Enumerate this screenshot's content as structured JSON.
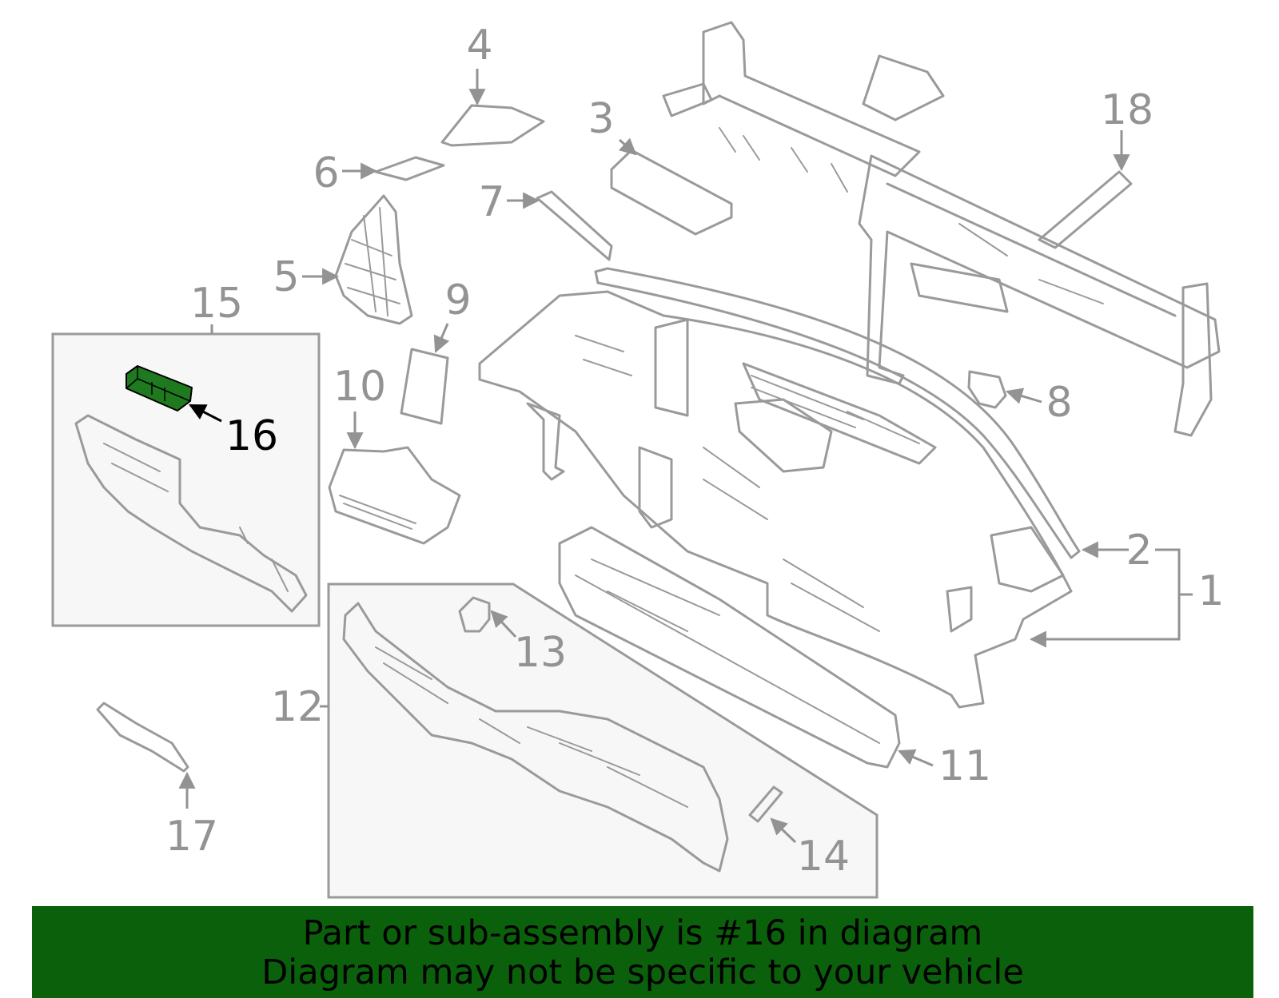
{
  "diagram": {
    "callouts": [
      "1",
      "2",
      "3",
      "4",
      "5",
      "6",
      "7",
      "8",
      "9",
      "10",
      "11",
      "12",
      "13",
      "14",
      "15",
      "16",
      "17",
      "18"
    ],
    "highlighted_part": "16",
    "highlight_color": "#1f7a1f"
  },
  "footer": {
    "line1": "Part or sub-assembly is #16 in diagram",
    "line2": "Diagram may not be specific to your vehicle",
    "background": "#0b610b"
  }
}
